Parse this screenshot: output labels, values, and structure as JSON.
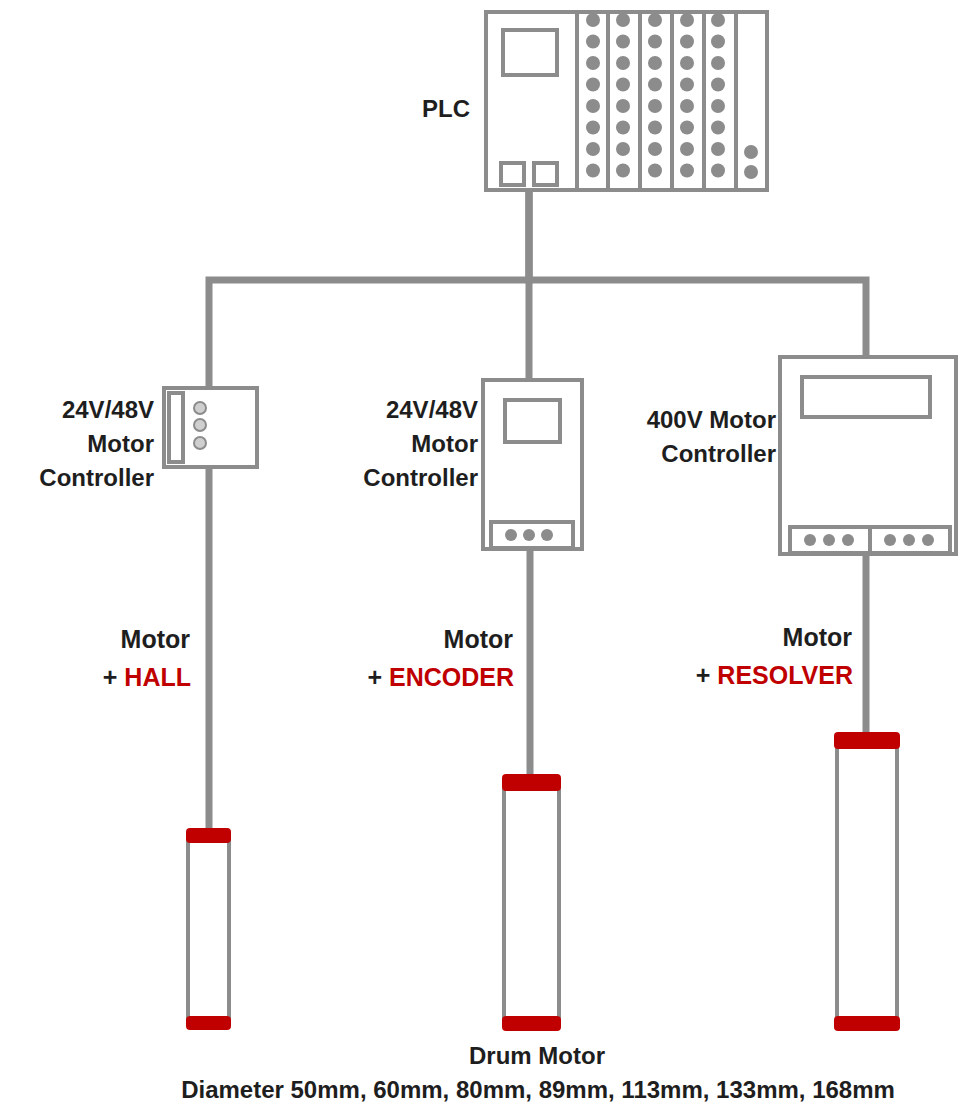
{
  "diagram": {
    "nodes": [
      {
        "text": [
          "PLC"
        ]
      },
      {
        "text": [
          "24V/48V Motor Controller"
        ]
      },
      {
        "text": [
          "24V/48V Motor Controller"
        ]
      },
      {
        "text": [
          "400V Motor Controller"
        ]
      }
    ],
    "edges": [
      {
        "from": 0,
        "to": 1,
        "arrow": "none"
      },
      {
        "from": 0,
        "to": 2,
        "arrow": "none"
      },
      {
        "from": 0,
        "to": 3,
        "arrow": "none"
      }
    ],
    "labels": [
      "Motor",
      "+",
      "HALL",
      "Motor",
      "+",
      "ENCODER",
      "Motor",
      "+",
      "RESOLVER",
      "Drum Motor",
      "Diameter 50mm, 60mm, 80mm, 89mm, 113mm, 133mm, 168mm"
    ]
  }
}
